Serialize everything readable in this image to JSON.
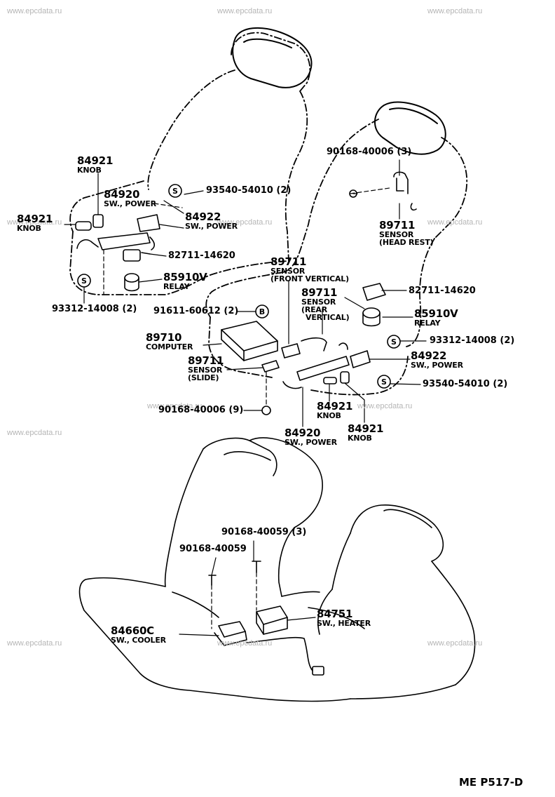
{
  "watermark": "www.epcdata.ru",
  "diagram_code": "ME P517-D",
  "seat_upper_left": {
    "knob_top": {
      "number": "84921",
      "name": "KNOB"
    },
    "knob_left": {
      "number": "84921",
      "name": "KNOB"
    },
    "power_switch": {
      "number": "84920",
      "name": "SW., POWER"
    },
    "power_switch_2": {
      "number": "84922",
      "name": "SW., POWER"
    },
    "screw": {
      "number": "93540-54010 (2)",
      "symbol": "S"
    },
    "connector": {
      "number": "82711-14620"
    },
    "relay": {
      "number": "85910V",
      "name": "RELAY"
    },
    "screw_bottom": {
      "number": "93312-14008 (2)",
      "symbol": "S"
    },
    "clip": {
      "number": "91611-60612 (2)",
      "symbol": "B"
    }
  },
  "seat_right": {
    "headrest_bolt": {
      "number": "90168-40006 (3)"
    },
    "sensor_headrest": {
      "number": "89711",
      "name": "SENSOR",
      "detail": "(HEAD REST)"
    },
    "sensor_front_vertical": {
      "number": "89711",
      "name": "SENSOR",
      "detail": "(FRONT VERTICAL)"
    },
    "sensor_rear_vertical": {
      "number": "89711",
      "name": "SENSOR",
      "detail": "(REAR",
      "detail2": "VERTICAL)"
    },
    "connector": {
      "number": "82711-14620"
    },
    "relay": {
      "number": "85910V",
      "name": "RELAY"
    },
    "computer": {
      "number": "89710",
      "name": "COMPUTER"
    },
    "screw": {
      "number": "93312-14008 (2)",
      "symbol": "S"
    },
    "power_switch_2": {
      "number": "84922",
      "name": "SW., POWER"
    },
    "sensor_slide": {
      "number": "89711",
      "name": "SENSOR",
      "detail": "(SLIDE)"
    },
    "screw_2": {
      "number": "93540-54010 (2)",
      "symbol": "S"
    },
    "bolt": {
      "number": "90168-40006 (9)"
    },
    "knob_a": {
      "number": "84921",
      "name": "KNOB"
    },
    "knob_b": {
      "number": "84921",
      "name": "KNOB"
    },
    "power_switch": {
      "number": "84920",
      "name": "SW., POWER"
    }
  },
  "seat_bottom": {
    "bolt_3": {
      "number": "90168-40059 (3)"
    },
    "bolt_1": {
      "number": "90168-40059"
    },
    "heater_switch": {
      "number": "84751",
      "name": "SW., HEATER"
    },
    "cooler_switch": {
      "number": "84660C",
      "name": "SW., COOLER"
    }
  }
}
